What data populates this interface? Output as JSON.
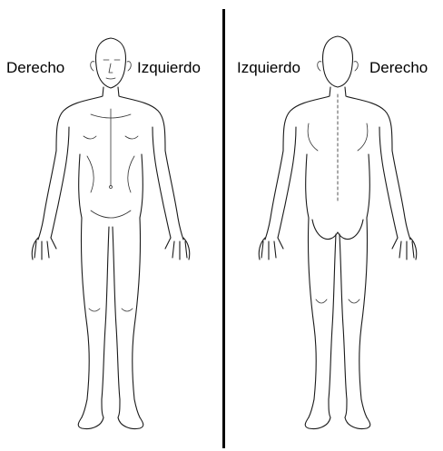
{
  "front_view": {
    "label_left": "Derecho",
    "label_right": "Izquierdo"
  },
  "back_view": {
    "label_left": "Izquierdo",
    "label_right": "Derecho"
  },
  "colors": {
    "ink": "#1a1a1a",
    "divider": "#000000",
    "background": "#ffffff"
  }
}
